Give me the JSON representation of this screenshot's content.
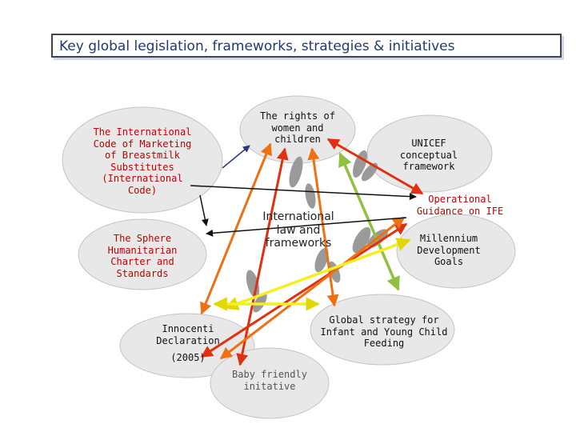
{
  "title": "Key global legislation, frameworks, strategies & initiatives",
  "nodes": {
    "rights": "The rights of\nwomen and\nchildren",
    "code": "The International\nCode of Marketing\nof Breastmilk\nSubstitutes\n(International\nCode)",
    "unicef": "UNICEF\nconceptual\nframework",
    "operational": "Operational\nGuidance on IFE",
    "international_law": "International\nlaw and\nframeworks",
    "sphere": "The Sphere\nHumanitarian\nCharter and\nStandards",
    "mdg": "Millennium\nDevelopment\nGoals",
    "global_strategy": "Global strategy for\nInfant and Young Child\nFeeding",
    "innocenti": "Innocenti\nDeclaration",
    "innocenti_year": "(2005)",
    "baby_friendly": "Baby friendly\ninitative"
  },
  "colors": {
    "node_fill": "#e8e8e8",
    "node_stroke": "#c4c4c4",
    "arrow_red": "#e03010",
    "arrow_orange": "#ee7010",
    "arrow_green": "#90c040",
    "arrow_yellow": "#f4f020",
    "arrow_black": "#111111",
    "arrow_navy": "#2b3a80",
    "title_text": "#1f3a73"
  }
}
